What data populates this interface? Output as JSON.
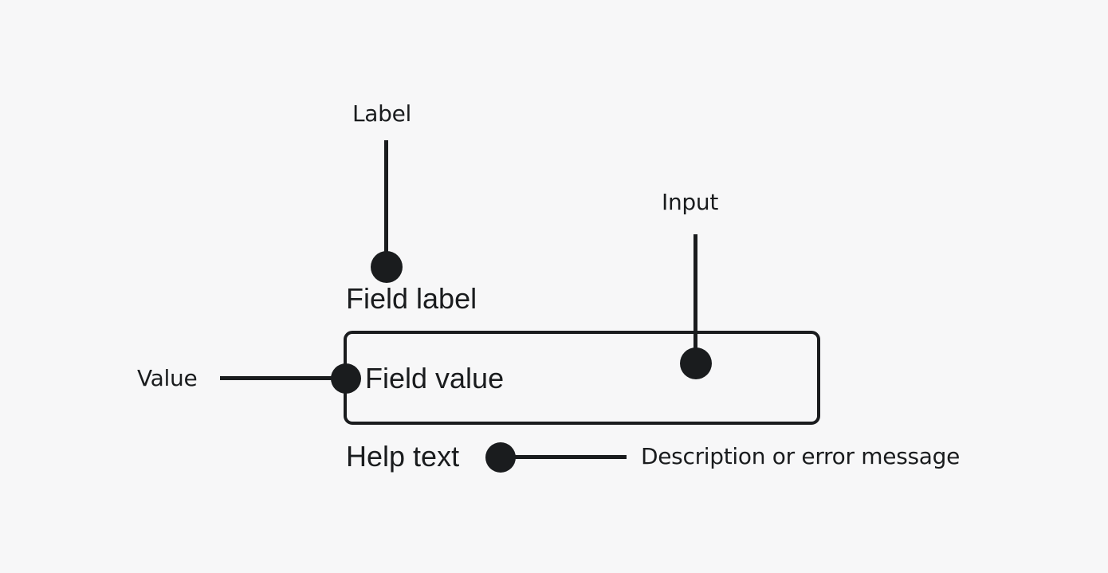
{
  "diagram": {
    "annotations": {
      "label": "Label",
      "input": "Input",
      "value": "Value",
      "help": "Description or error message"
    },
    "field": {
      "label": "Field label",
      "value": "Field value",
      "help_text": "Help text"
    },
    "colors": {
      "background": "#f7f7f8",
      "ink": "#1a1c1e"
    }
  }
}
